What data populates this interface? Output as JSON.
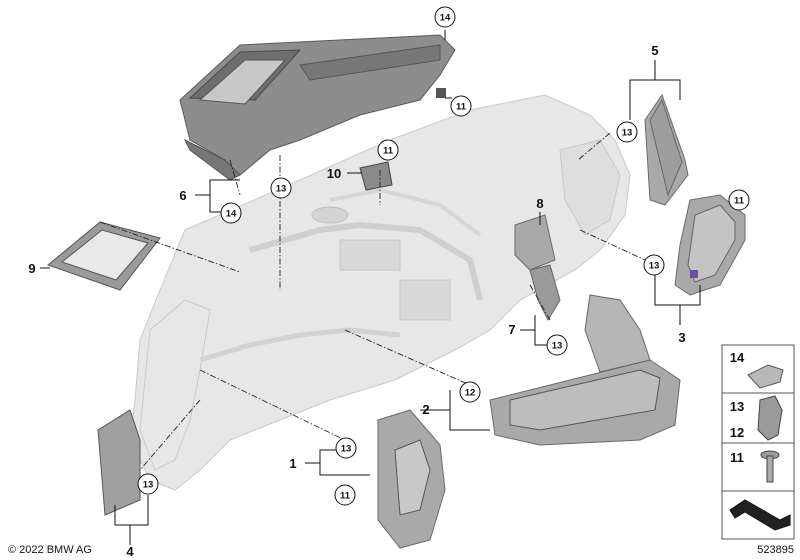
{
  "part_labels": [
    {
      "id": "label-1",
      "text": "1"
    },
    {
      "id": "label-2",
      "text": "2"
    },
    {
      "id": "label-3",
      "text": "3"
    },
    {
      "id": "label-4",
      "text": "4"
    },
    {
      "id": "label-5",
      "text": "5"
    },
    {
      "id": "label-6",
      "text": "6"
    },
    {
      "id": "label-7",
      "text": "7"
    },
    {
      "id": "label-8",
      "text": "8"
    },
    {
      "id": "label-9",
      "text": "9"
    },
    {
      "id": "label-10",
      "text": "10"
    }
  ],
  "callouts": {
    "c14_top": "14",
    "c11_top": "11",
    "c11_mid": "11",
    "c13_left": "13",
    "c14_left": "14",
    "c13_r5": "13",
    "c11_r3": "11",
    "c13_r3": "13",
    "c13_7": "13",
    "c12_2": "12",
    "c13_1": "13",
    "c11_1": "11",
    "c13_4": "13"
  },
  "legend": {
    "items": [
      {
        "text": "14"
      },
      {
        "text": "13"
      },
      {
        "text": "12"
      },
      {
        "text": "11"
      }
    ]
  },
  "footer": {
    "copyright": "© 2022 BMW AG",
    "diagram_number": "523895"
  },
  "colors": {
    "dashboard_fill": "#e7e7e7",
    "trim_dark": "#8d8d8d",
    "trim_mid": "#a9a9a9",
    "line": "#111111"
  }
}
